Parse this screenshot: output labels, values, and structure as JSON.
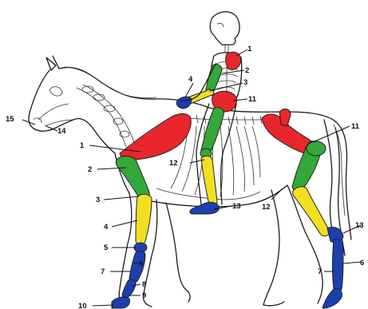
{
  "colors": {
    "red": "#e8262b",
    "green": "#35a83a",
    "yellow": "#f2e020",
    "blue": "#1c3fb0"
  },
  "labels": {
    "rider_1": "1",
    "rider_2": "2",
    "rider_3": "3",
    "rider_4": "4",
    "rider_11": "11",
    "rider_12": "12",
    "rider_13": "13",
    "head_15": "15",
    "head_14": "14",
    "fore_1": "1",
    "fore_2": "2",
    "fore_3": "3",
    "fore_4": "4",
    "fore_5": "5",
    "fore_6": "6",
    "fore_7": "7",
    "fore_8": "8",
    "fore_9": "9",
    "fore_10": "10",
    "hind_11": "11",
    "hind_12": "12",
    "hind_13": "13",
    "hind_6": "6",
    "hind_7": "7"
  }
}
